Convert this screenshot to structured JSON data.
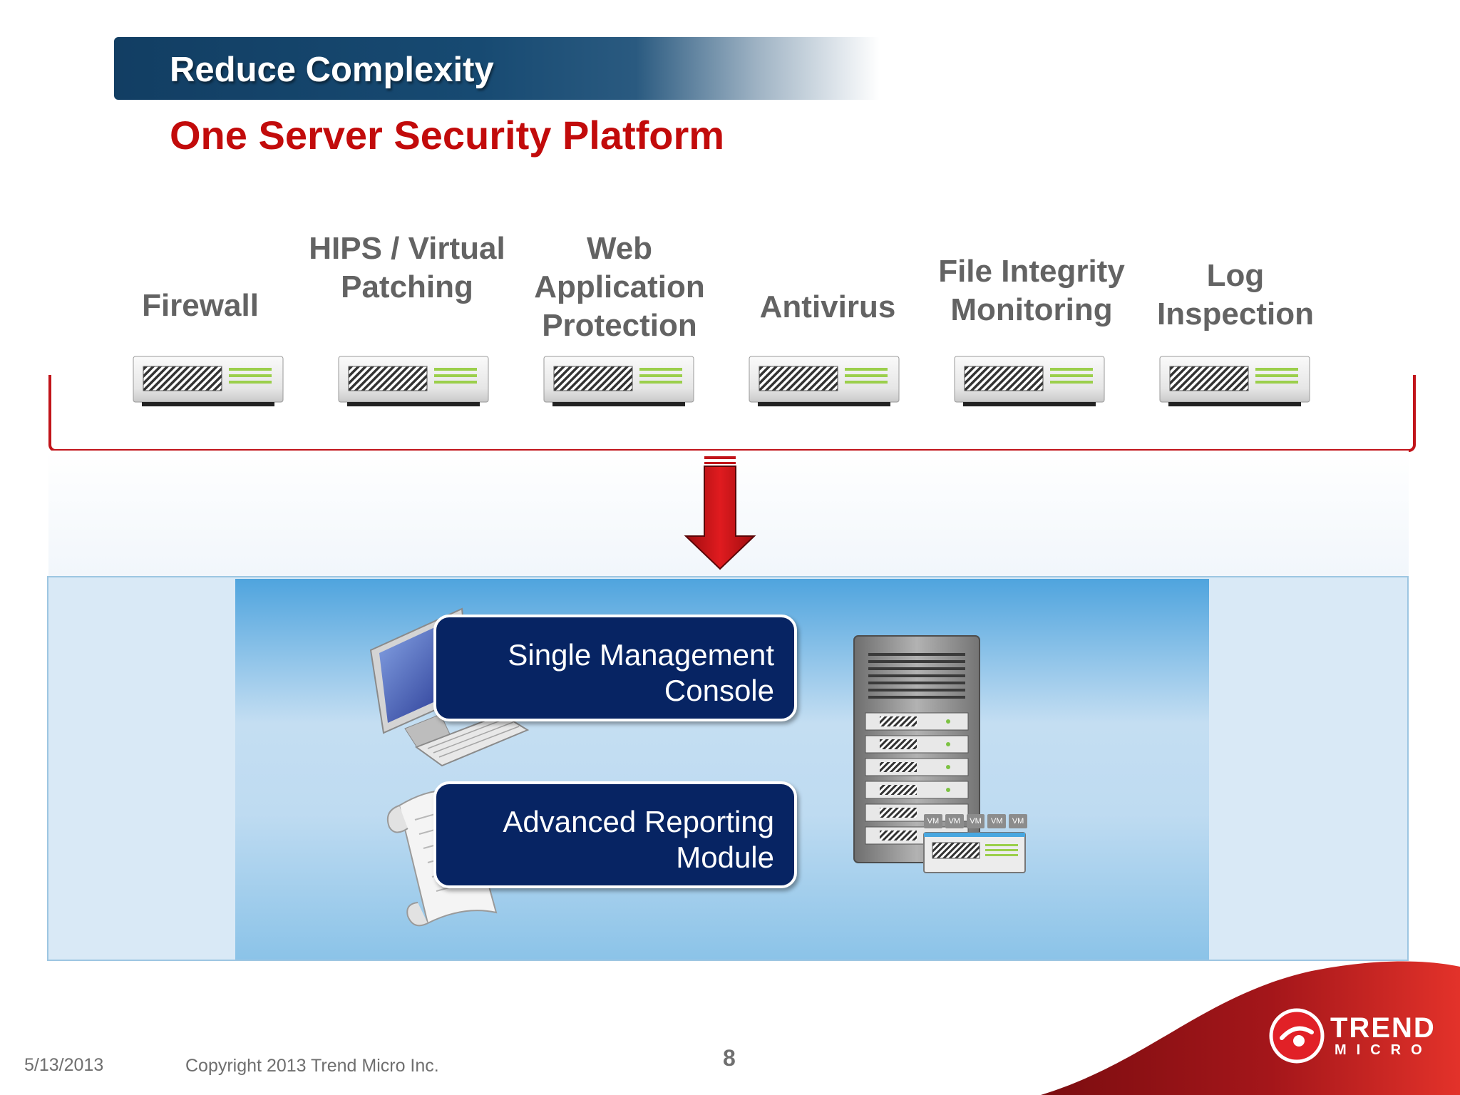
{
  "header": {
    "title": "Reduce Complexity",
    "subtitle": "One Server Security Platform"
  },
  "modules": [
    {
      "label": "Firewall"
    },
    {
      "label": "HIPS / Virtual Patching"
    },
    {
      "label": "Web Application Protection"
    },
    {
      "label": "Antivirus"
    },
    {
      "label": "File Integrity Monitoring"
    },
    {
      "label": "Log Inspection"
    }
  ],
  "platform": {
    "console_label": "Single Management Console",
    "reporting_label": "Advanced Reporting Module",
    "vm_label": "VM"
  },
  "footer": {
    "date": "5/13/2013",
    "copyright": "Copyright 2013 Trend  Micro Inc.",
    "page": "8"
  },
  "logo": {
    "line1": "TREND",
    "line2": "MICRO"
  },
  "colors": {
    "accent_red": "#c20b0b",
    "header_blue": "#174a72",
    "pill_navy": "#072463"
  }
}
